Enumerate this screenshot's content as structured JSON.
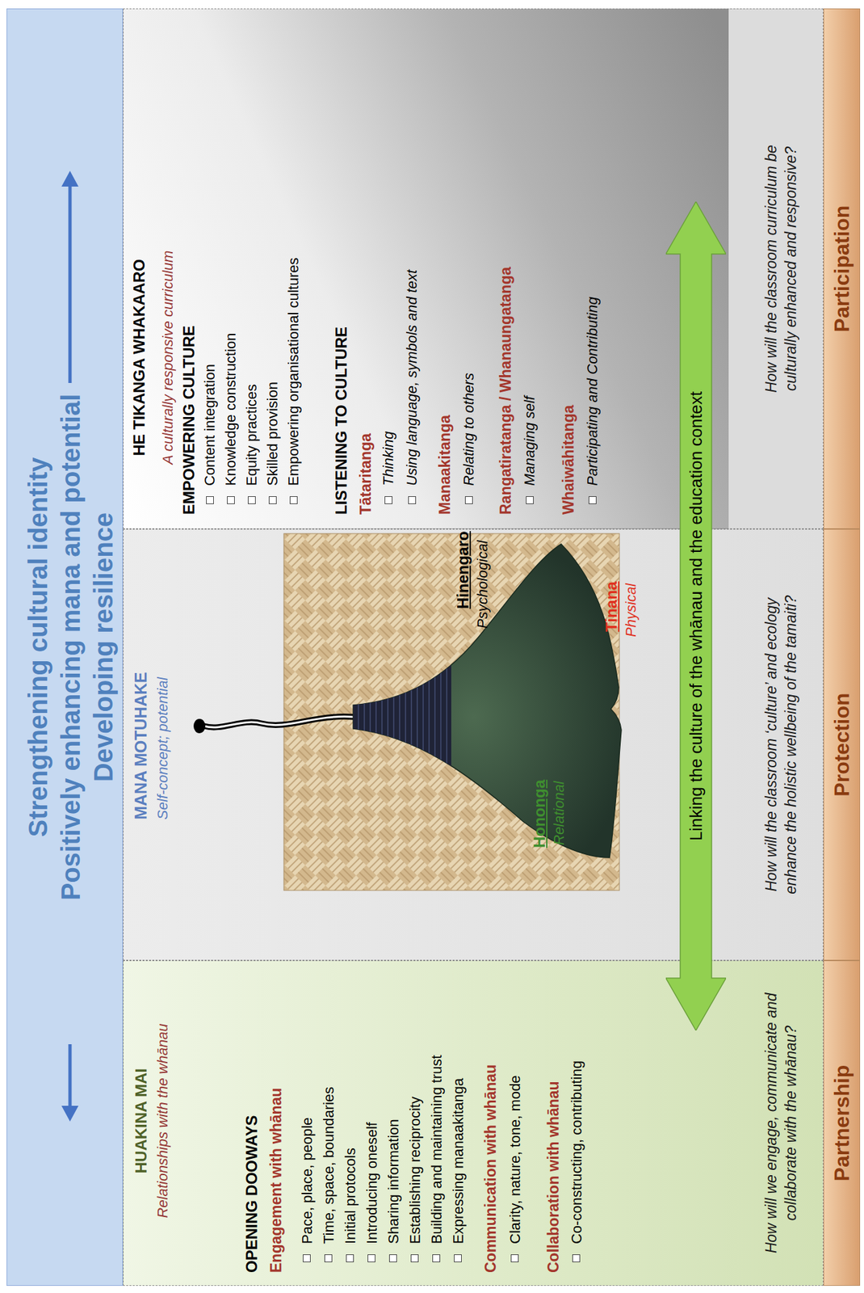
{
  "diagram": {
    "nodes": [
      {
        "text": [
          "Strengthening cultural identity",
          "Positively enhancing mana and potential",
          "Developing resilience"
        ]
      },
      {
        "text": [
          "HUAKINA MAI",
          "Relationships with the whānau",
          "OPENING DOOWAYS",
          "Engagement with whānau",
          "Pace, place, people",
          "Time, space, boundaries",
          "Initial protocols",
          "Introducing oneself",
          "Sharing information",
          "Establishing reciprocity",
          "Building and maintaining trust",
          "Expressing manaakitanga",
          "Communication with whānau",
          "Clarity, nature, tone, mode",
          "Collaboration with whānau",
          "Co-constructing, contributing",
          "How will we engage, communicate and collaborate with the whānau?"
        ]
      },
      {
        "text": [
          "MANA MOTUHAKE",
          "Self-concept; potential",
          "How will the classroom ‘culture’ and ecology enhance the holistic wellbeing of the tamaiti?"
        ]
      },
      {
        "text": [
          "HE TIKANGA WHAKAARO",
          "A culturally responsive curriculum",
          "EMPOWERING CULTURE",
          "Content integration",
          "Knowledge construction",
          "Equity practices",
          "Skilled provision",
          "Empowering organisational cultures",
          "LISTENING TO CULTURE",
          "Tātaritanga",
          "Thinking",
          "Using language, symbols and text",
          "Manaakitanga",
          "Relating to others",
          "Rangatiratanga / Whanaungatanga",
          "Managing self",
          "Whaiwāhitanga",
          "Participating and Contributing",
          "How will the classroom curriculum be culturally enhanced and responsive?"
        ]
      },
      {
        "text": [
          "Linking the culture of the whānau and the education context"
        ]
      },
      {
        "text": [
          "Partnership"
        ]
      },
      {
        "text": [
          "Protection"
        ]
      },
      {
        "text": [
          "Participation"
        ]
      }
    ],
    "labels": [
      "Hononga",
      "Relational",
      "Hinengaro",
      "Psychological",
      "Tinana",
      "Physical"
    ]
  }
}
